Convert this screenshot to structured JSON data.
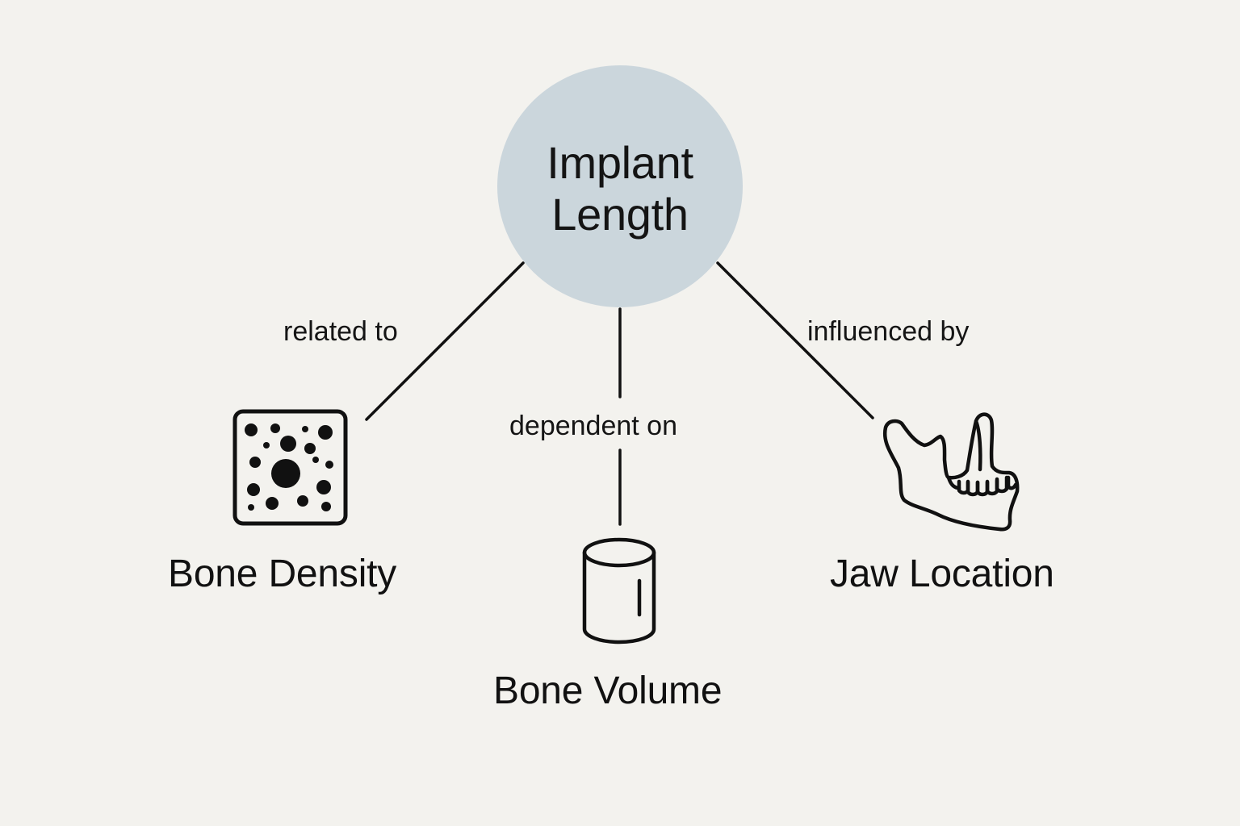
{
  "center": {
    "title_line1": "Implant",
    "title_line2": "Length",
    "fill_color": "#cbd6dc"
  },
  "edges": [
    {
      "label": "related to"
    },
    {
      "label": "dependent on"
    },
    {
      "label": "influenced by"
    }
  ],
  "nodes": [
    {
      "label": "Bone Density",
      "icon": "bone-density-icon"
    },
    {
      "label": "Bone Volume",
      "icon": "cylinder-icon"
    },
    {
      "label": "Jaw Location",
      "icon": "jaw-icon"
    }
  ],
  "colors": {
    "background": "#f3f2ee",
    "stroke": "#111111"
  }
}
